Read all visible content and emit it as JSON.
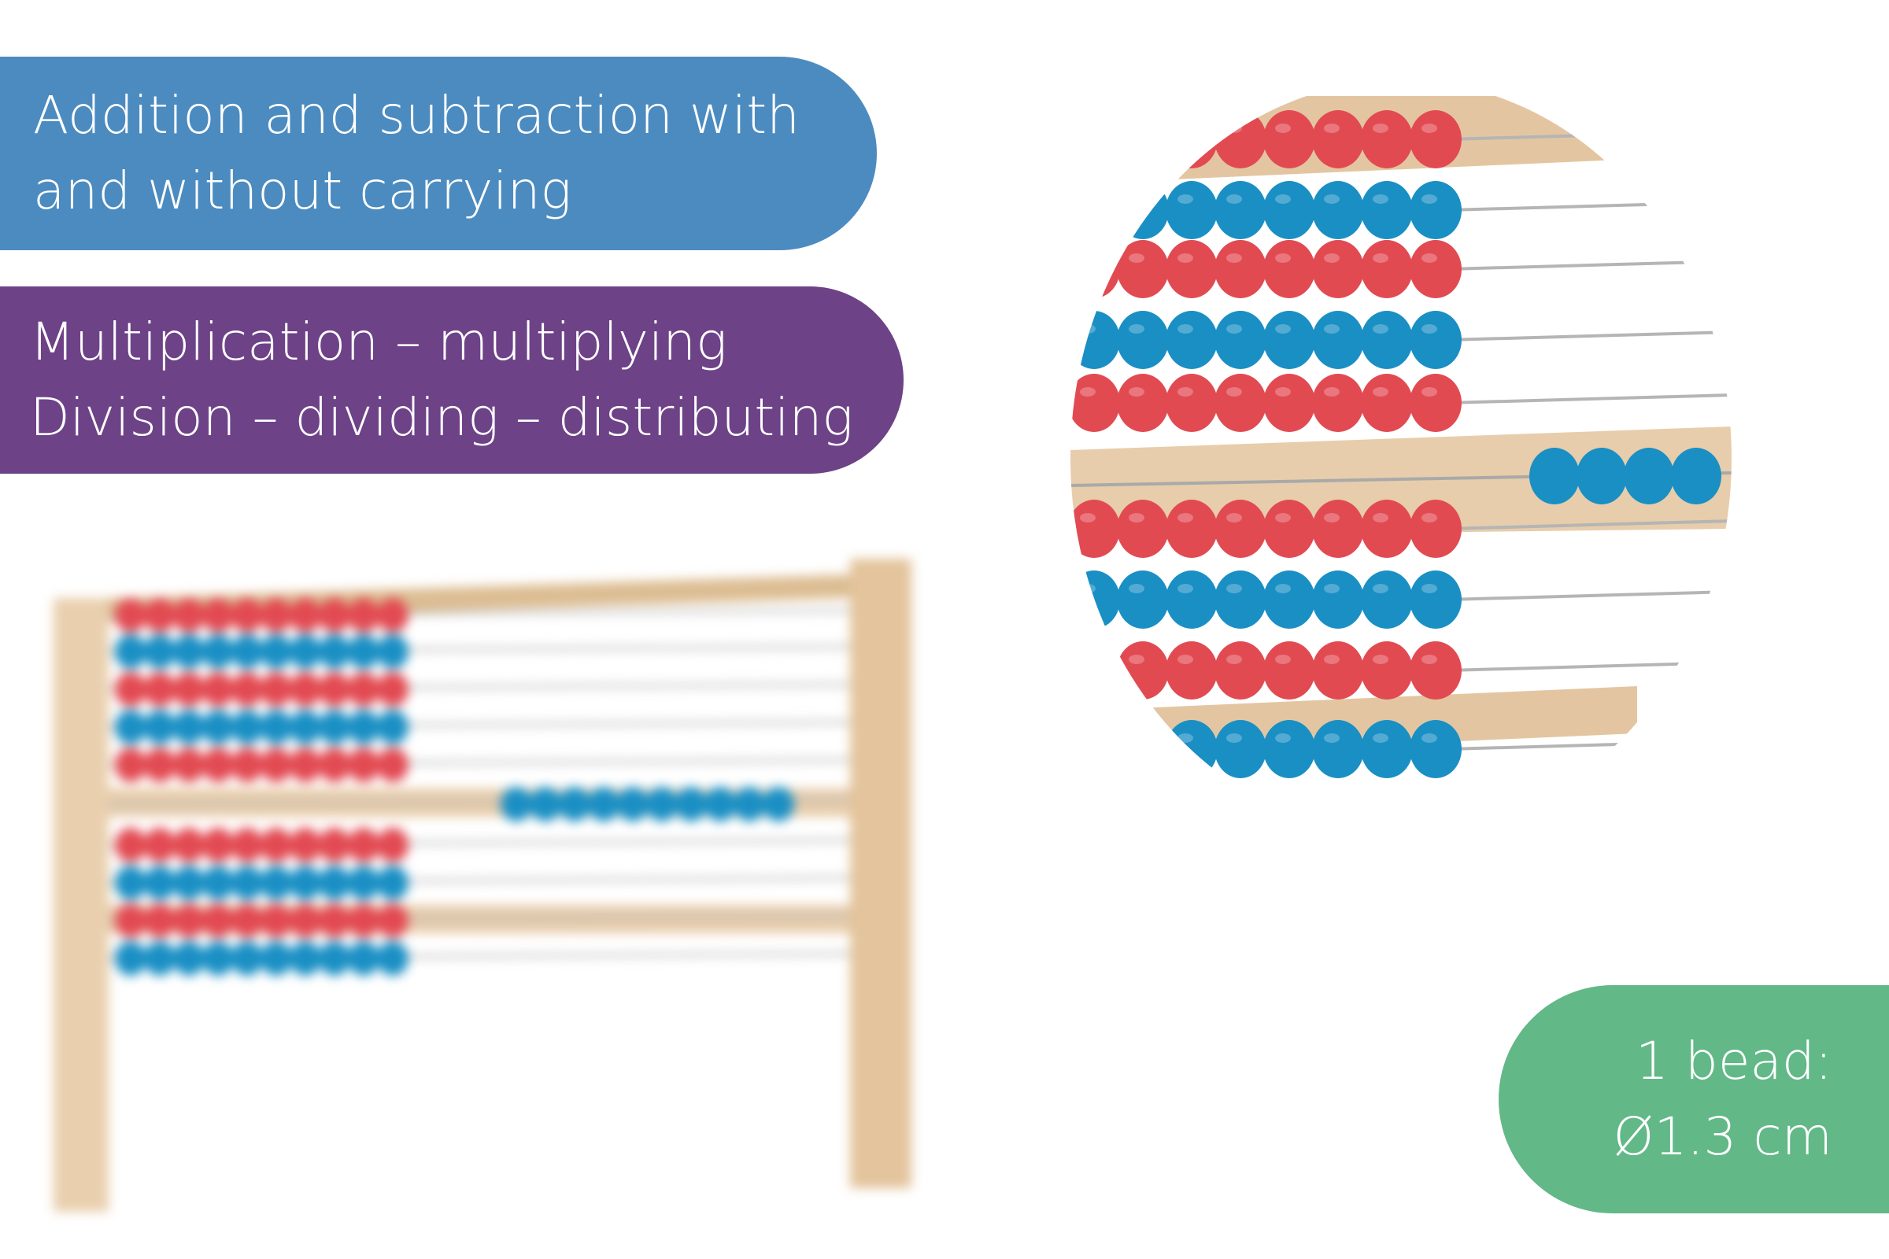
{
  "badges": {
    "addition": {
      "lines": [
        "Addition and subtraction with",
        "and without carrying"
      ],
      "color": "#4c8bbf"
    },
    "multiplication": {
      "lines": [
        "Multiplication – multiplying",
        "Division – dividing – distributing"
      ],
      "color": "#6d4287"
    },
    "bead_size": {
      "lines": [
        "1 bead:",
        "Ø1.3 cm"
      ],
      "color": "#62b887"
    }
  },
  "abacus": {
    "rods": 10,
    "beads_per_rod": 10,
    "bead_colors": [
      "red",
      "blue"
    ],
    "colors": {
      "red": "#e24a52",
      "blue": "#1a8fc4",
      "wood": "#e7c9a2"
    }
  },
  "images": {
    "blurred": "abacus-photo-icon",
    "zoom": "abacus-detail-icon"
  }
}
